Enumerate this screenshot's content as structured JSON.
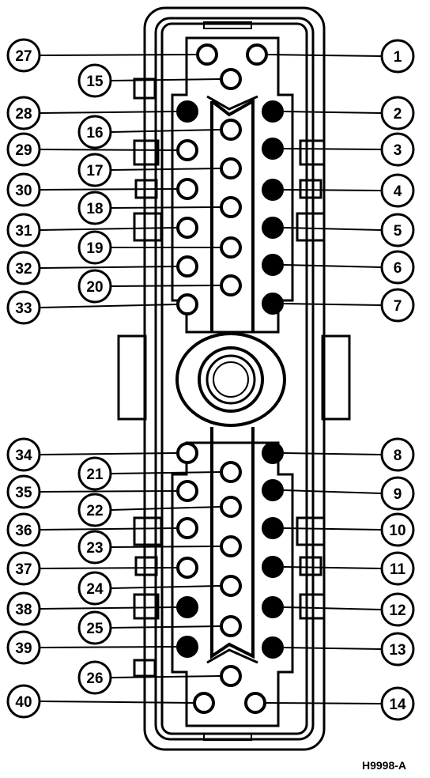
{
  "figure_id": "H9998-A",
  "pins": [
    {
      "n": "1",
      "filled": false
    },
    {
      "n": "2",
      "filled": true
    },
    {
      "n": "3",
      "filled": true
    },
    {
      "n": "4",
      "filled": true
    },
    {
      "n": "5",
      "filled": true
    },
    {
      "n": "6",
      "filled": true
    },
    {
      "n": "7",
      "filled": true
    },
    {
      "n": "8",
      "filled": true
    },
    {
      "n": "9",
      "filled": true
    },
    {
      "n": "10",
      "filled": true
    },
    {
      "n": "11",
      "filled": true
    },
    {
      "n": "12",
      "filled": true
    },
    {
      "n": "13",
      "filled": true
    },
    {
      "n": "14",
      "filled": false
    },
    {
      "n": "15",
      "filled": false
    },
    {
      "n": "16",
      "filled": false
    },
    {
      "n": "17",
      "filled": false
    },
    {
      "n": "18",
      "filled": false
    },
    {
      "n": "19",
      "filled": false
    },
    {
      "n": "20",
      "filled": false
    },
    {
      "n": "21",
      "filled": false
    },
    {
      "n": "22",
      "filled": false
    },
    {
      "n": "23",
      "filled": false
    },
    {
      "n": "24",
      "filled": false
    },
    {
      "n": "25",
      "filled": false
    },
    {
      "n": "26",
      "filled": false
    },
    {
      "n": "27",
      "filled": false
    },
    {
      "n": "28",
      "filled": true
    },
    {
      "n": "29",
      "filled": false
    },
    {
      "n": "30",
      "filled": false
    },
    {
      "n": "31",
      "filled": false
    },
    {
      "n": "32",
      "filled": false
    },
    {
      "n": "33",
      "filled": false
    },
    {
      "n": "34",
      "filled": false
    },
    {
      "n": "35",
      "filled": false
    },
    {
      "n": "36",
      "filled": false
    },
    {
      "n": "37",
      "filled": false
    },
    {
      "n": "38",
      "filled": true
    },
    {
      "n": "39",
      "filled": true
    },
    {
      "n": "40",
      "filled": false
    }
  ]
}
